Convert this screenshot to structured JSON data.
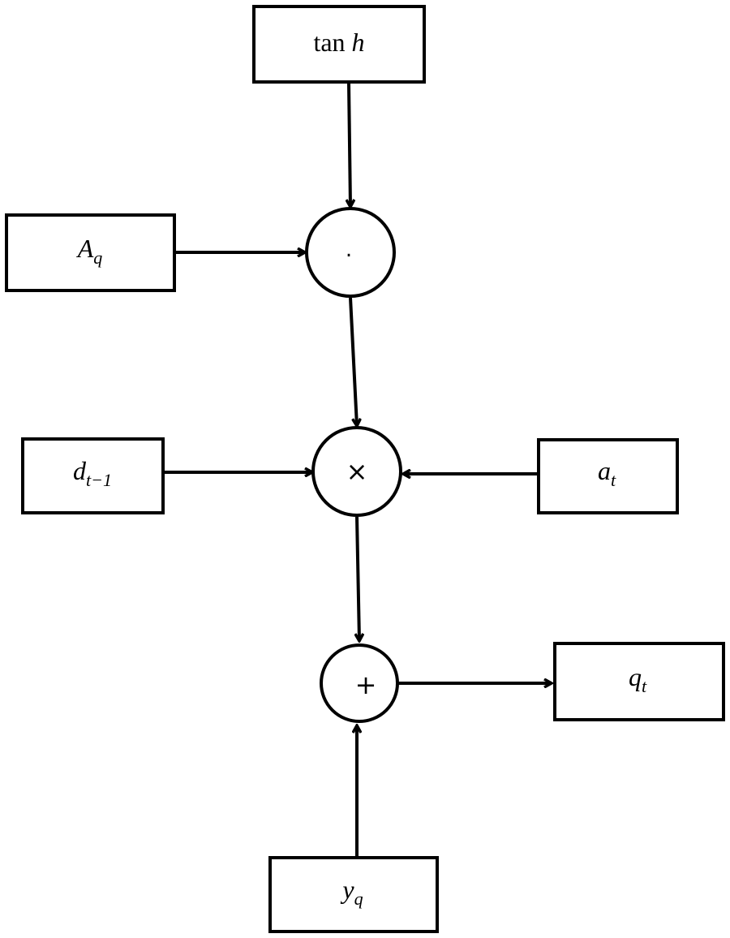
{
  "diagram": {
    "boxes": {
      "tanh": {
        "fn": "tan",
        "var": "h"
      },
      "a_q": {
        "main": "A",
        "sub": "q"
      },
      "d_t1": {
        "main": "d",
        "sub": "t−1"
      },
      "a_t": {
        "main": "a",
        "sub": "t"
      },
      "q_t": {
        "main": "q",
        "sub": "t"
      },
      "y_q": {
        "main": "y",
        "sub": "q"
      }
    },
    "operators": {
      "dot": "·",
      "multiply": "×",
      "add": "+"
    }
  }
}
